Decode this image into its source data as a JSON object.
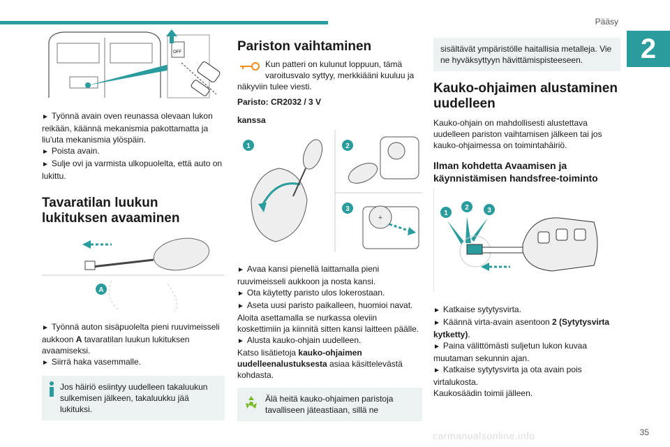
{
  "header": {
    "section_title": "Pääsy",
    "chapter_number": "2",
    "page_number": "35"
  },
  "watermark": "carmanualsonline.info",
  "col1": {
    "lock_bullets": [
      "Työnnä avain oven reunassa olevaan lukon reikään, käännä mekanismia pakottamatta ja liu'uta mekanismia ylöspäin.",
      "Poista avain.",
      "Sulje ovi ja varmista ulkopuolelta, että auto on lukittu."
    ],
    "boot_heading": "Tavaratilan luukun lukituksen avaaminen",
    "boot_label": "A",
    "boot_bullet1_pre": "Työnnä auton sisäpuolelta pieni ruuvimeisseli aukkoon ",
    "boot_bullet1_bold": "A",
    "boot_bullet1_post": " tavaratilan luukun lukituksen avaamiseksi.",
    "boot_bullet2": "Siirrä haka vasemmalle.",
    "note": "Jos häiriö esiintyy uudelleen takaluukun sulkemisen jälkeen, takaluukku jää lukituksi."
  },
  "col2": {
    "heading": "Pariston vaihtaminen",
    "warning": "Kun patteri on kulunut loppuun, tämä varoitusvalo syttyy, merkkiääni kuuluu ja näkyviin tulee viesti.",
    "battery": "Paristo: CR2032 / 3 V",
    "with": "kanssa",
    "steps": [
      "1",
      "2",
      "3"
    ],
    "bullets": [
      "Avaa kansi pienellä laittamalla pieni ruuvimeisseli aukkoon ja nosta kansi.",
      "Ota käytetty paristo ulos lokerostaan.",
      "Aseta uusi paristo paikalleen, huomioi navat. Aloita asettamalla se nurkassa oleviin koskettimiin ja kiinnitä sitten kansi laitteen päälle.",
      "Alusta kauko-ohjain uudelleen."
    ],
    "more_pre": "Katso lisätietoja ",
    "more_bold": "kauko-ohjaimen uudelleenalustuksesta",
    "more_post": " asiaa käsittelevästä kohdasta.",
    "eco_note": "Älä heitä kauko-ohjaimen paristoja tavalliseen jäteastiaan, sillä ne"
  },
  "col3": {
    "eco_cont": "sisältävät ympäristölle haitallisia metalleja. Vie ne hyväksyttyyn hävittämispisteeseen.",
    "heading": "Kauko-ohjaimen alustaminen uudelleen",
    "intro": "Kauko-ohjain on mahdollisesti alustettava uudelleen pariston vaihtamisen jälkeen tai jos kauko-ohjaimessa on toimintahäiriö.",
    "subheading": "Ilman kohdetta Avaamisen ja käynnistämisen handsfree-toiminto",
    "steps": [
      "1",
      "2",
      "3"
    ],
    "b1": "Katkaise sytytysvirta.",
    "b2_pre": "Käännä virta-avain asentoon ",
    "b2_bold": "2 (Sytytysvirta kytketty)",
    "b2_post": ".",
    "b3": "Paina välittömästi suljetun lukon kuvaa muutaman sekunnin ajan.",
    "b4": "Katkaise sytytysvirta ja ota avain pois virtalukosta.",
    "final": "Kaukosäädin toimii jälleen."
  },
  "colors": {
    "accent": "#2a9c9d",
    "note_bg": "#ecf1f2",
    "warning_orange": "#f28c1b",
    "eco_green": "#7ab929"
  }
}
